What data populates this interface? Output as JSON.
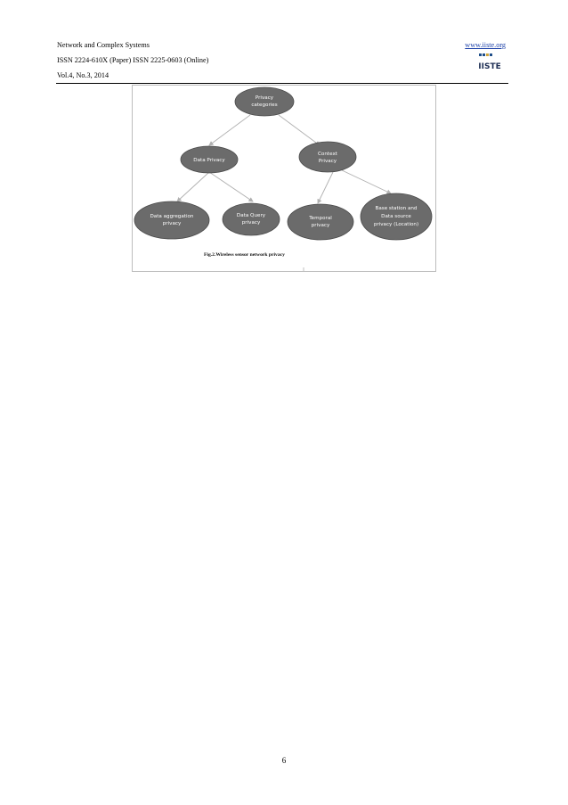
{
  "header": {
    "journal": "Network and Complex Systems",
    "issn": "ISSN 2224-610X (Paper) ISSN 2225-0603 (Online)",
    "volume": "Vol.4, No.3, 2014",
    "website": "www.iiste.org",
    "logo_text": "IISTE"
  },
  "figure": {
    "nodes": {
      "root": [
        "Privacy",
        "categories"
      ],
      "data_privacy": [
        "Data Privacy"
      ],
      "context_privacy": [
        "Context",
        "Privacy"
      ],
      "data_aggregation": [
        "Data aggregation",
        "privacy"
      ],
      "data_query": [
        "Data Query",
        "privacy"
      ],
      "temporal": [
        "Temporal",
        "privacy"
      ],
      "base_station": [
        "Base station and",
        "Data source",
        "privacy (Location)"
      ]
    },
    "caption": "Fig.2.Wireless sensor network privacy",
    "colors": {
      "node_fill": "#6b6b6b",
      "node_stroke": "#4a4a4a",
      "arrow": "#b0b0b0"
    }
  },
  "footer": {
    "page_number": "6"
  }
}
